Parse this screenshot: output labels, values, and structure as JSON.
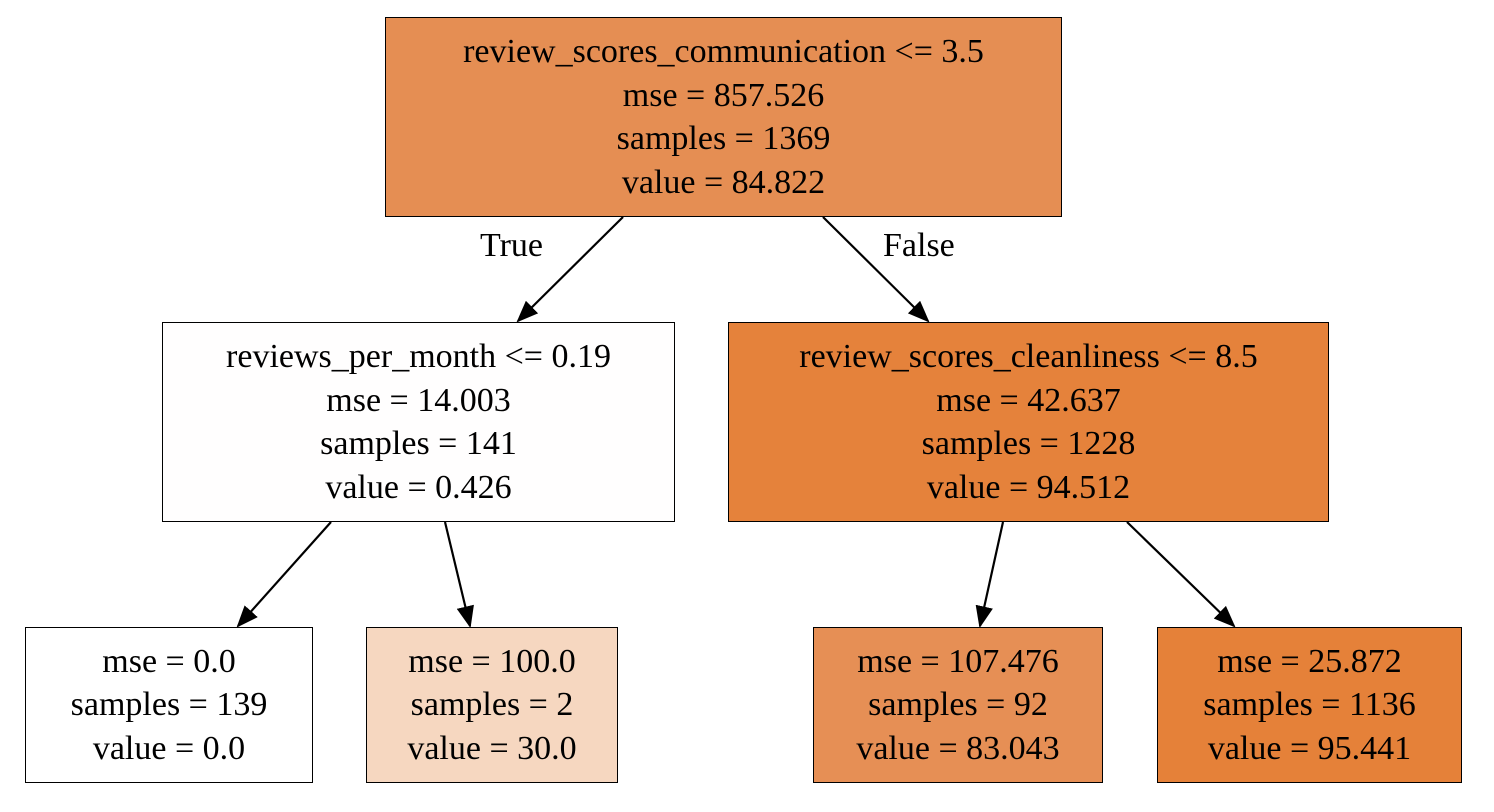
{
  "nodes": [
    {
      "id": "n0",
      "condition": "review_scores_communication <= 3.5",
      "mse": "mse = 857.526",
      "samples": "samples = 1369",
      "value": "value = 84.822",
      "fill": "#e58e53"
    },
    {
      "id": "n1",
      "condition": "reviews_per_month <= 0.19",
      "mse": "mse = 14.003",
      "samples": "samples = 141",
      "value": "value = 0.426",
      "fill": "#fffefe"
    },
    {
      "id": "n2",
      "condition": "review_scores_cleanliness <= 8.5",
      "mse": "mse = 42.637",
      "samples": "samples = 1228",
      "value": "value = 94.512",
      "fill": "#e5823b"
    },
    {
      "id": "n3",
      "mse": "mse = 0.0",
      "samples": "samples = 139",
      "value": "value = 0.0",
      "fill": "#ffffff"
    },
    {
      "id": "n4",
      "mse": "mse = 100.0",
      "samples": "samples = 2",
      "value": "value = 30.0",
      "fill": "#f6d7c0"
    },
    {
      "id": "n5",
      "mse": "mse = 107.476",
      "samples": "samples = 92",
      "value": "value = 83.043",
      "fill": "#e68f55"
    },
    {
      "id": "n6",
      "mse": "mse = 25.872",
      "samples": "samples = 1136",
      "value": "value = 95.441",
      "fill": "#e58139"
    }
  ],
  "edge_labels": {
    "true": "True",
    "false": "False"
  },
  "edges": [
    {
      "from": "n0",
      "to": "n1"
    },
    {
      "from": "n0",
      "to": "n2"
    },
    {
      "from": "n1",
      "to": "n3"
    },
    {
      "from": "n1",
      "to": "n4"
    },
    {
      "from": "n2",
      "to": "n5"
    },
    {
      "from": "n2",
      "to": "n6"
    }
  ]
}
